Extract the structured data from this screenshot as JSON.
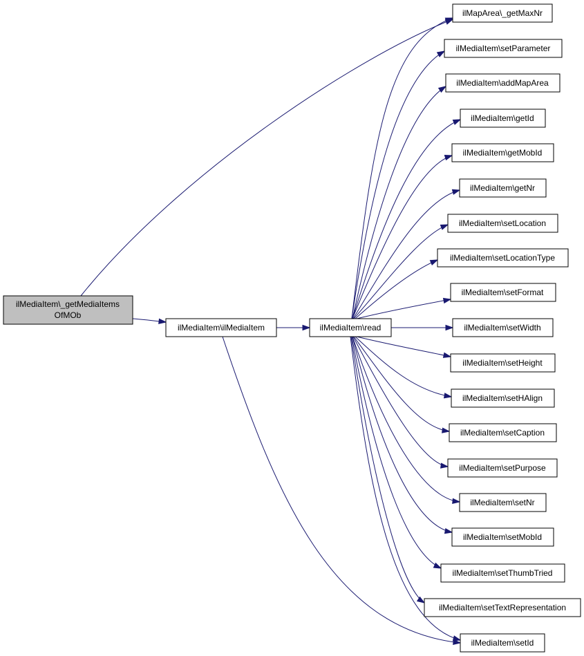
{
  "colors": {
    "edge": "#191970",
    "node_fill": "#ffffff",
    "focus_fill": "#bfbfbf",
    "border": "#000000"
  },
  "nodes": {
    "get_media_items_of_mob": {
      "line1": "ilMediaItem\\_getMediaItems",
      "line2": "OfMOb"
    },
    "constructor": {
      "label": "ilMediaItem\\ilMediaItem"
    },
    "read": {
      "label": "ilMediaItem\\read"
    },
    "get_max_nr": {
      "label": "ilMapArea\\_getMaxNr"
    },
    "set_parameter": {
      "label": "ilMediaItem\\setParameter"
    },
    "add_map_area": {
      "label": "ilMediaItem\\addMapArea"
    },
    "get_id": {
      "label": "ilMediaItem\\getId"
    },
    "get_mob_id": {
      "label": "ilMediaItem\\getMobId"
    },
    "get_nr": {
      "label": "ilMediaItem\\getNr"
    },
    "set_location": {
      "label": "ilMediaItem\\setLocation"
    },
    "set_location_type": {
      "label": "ilMediaItem\\setLocationType"
    },
    "set_format": {
      "label": "ilMediaItem\\setFormat"
    },
    "set_width": {
      "label": "ilMediaItem\\setWidth"
    },
    "set_height": {
      "label": "ilMediaItem\\setHeight"
    },
    "set_halign": {
      "label": "ilMediaItem\\setHAlign"
    },
    "set_caption": {
      "label": "ilMediaItem\\setCaption"
    },
    "set_purpose": {
      "label": "ilMediaItem\\setPurpose"
    },
    "set_nr": {
      "label": "ilMediaItem\\setNr"
    },
    "set_mob_id": {
      "label": "ilMediaItem\\setMobId"
    },
    "set_thumb_tried": {
      "label": "ilMediaItem\\setThumbTried"
    },
    "set_text_representation": {
      "label": "ilMediaItem\\setTextRepresentation"
    },
    "set_id": {
      "label": "ilMediaItem\\setId"
    }
  }
}
